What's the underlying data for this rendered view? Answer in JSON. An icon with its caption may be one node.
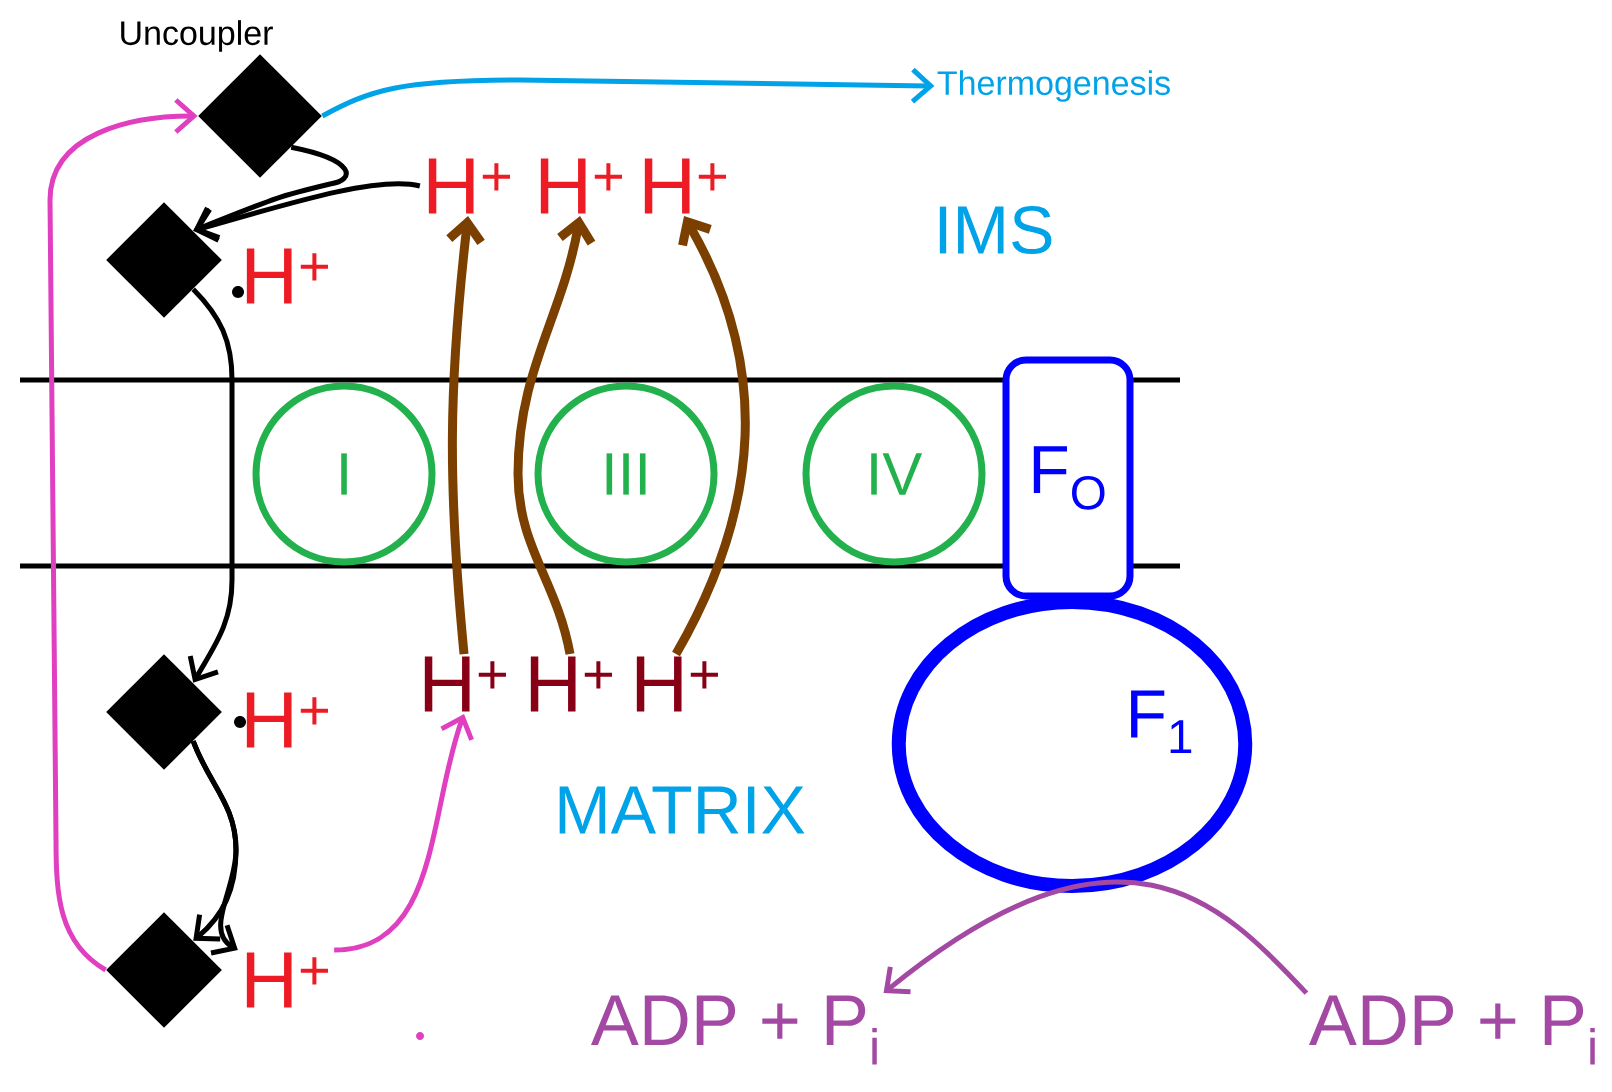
{
  "diagram": {
    "nodes": [
      {
        "text": [],
        "shape": "diamond",
        "beside": [
          "Uncoupler"
        ]
      },
      {
        "text": [],
        "shape": "diamond"
      },
      {
        "text": [
          "H$^{+}$"
        ]
      },
      {
        "text": [
          "H$^{+}$"
        ]
      },
      {
        "text": [
          "H$^{+}$"
        ]
      },
      {
        "text": [
          "H$^{+}$"
        ]
      },
      {
        "text": [
          "Thermogenesis"
        ]
      },
      {
        "text": [
          "I"
        ]
      },
      {
        "text": [
          "III"
        ]
      },
      {
        "text": [
          "IV"
        ]
      },
      {
        "text": [
          "F$_{O}$"
        ]
      },
      {
        "text": [
          "F$_{1}$"
        ]
      },
      {
        "text": [],
        "shape": "diamond"
      },
      {
        "text": [
          "H$^{+}$"
        ]
      },
      {
        "text": [
          "H$^{+}$"
        ]
      },
      {
        "text": [
          "H$^{+}$"
        ]
      },
      {
        "text": [
          "H$^{+}$"
        ]
      },
      {
        "text": [],
        "shape": "diamond"
      },
      {
        "text": [
          "H$^{+}$"
        ]
      },
      {
        "text": [
          "ADP + P$_{i}$"
        ]
      },
      {
        "text": [
          "ADP + P$_{i}$"
        ]
      }
    ],
    "edges": [
      {
        "from": 3,
        "to": 1,
        "arrow": "to"
      },
      {
        "from": 0,
        "to": 1,
        "arrow": "to"
      },
      {
        "from": 0,
        "to": 6,
        "arrow": "to",
        "color": "#00a2e8"
      },
      {
        "from": 1,
        "to": 12,
        "arrow": "to"
      },
      {
        "from": 12,
        "to": 17,
        "arrow": "to"
      },
      {
        "from": 12,
        "to": 18,
        "arrow": "to"
      },
      {
        "from": 18,
        "to": 14,
        "arrow": "to",
        "color": "#e040c0"
      },
      {
        "from": 17,
        "to": 0,
        "arrow": "to",
        "color": "#e040c0"
      },
      {
        "from": 14,
        "to": 3,
        "arrow": "to",
        "style": "thick",
        "color": "#7b3f00"
      },
      {
        "from": 15,
        "to": 4,
        "arrow": "to",
        "style": "thick",
        "color": "#7b3f00"
      },
      {
        "from": 16,
        "to": 5,
        "arrow": "to",
        "style": "thick",
        "color": "#7b3f00"
      },
      {
        "from": 20,
        "to": 19,
        "arrow": "to",
        "color": "#a349a4"
      }
    ],
    "labels": [
      "IMS",
      "MATRIX"
    ]
  }
}
